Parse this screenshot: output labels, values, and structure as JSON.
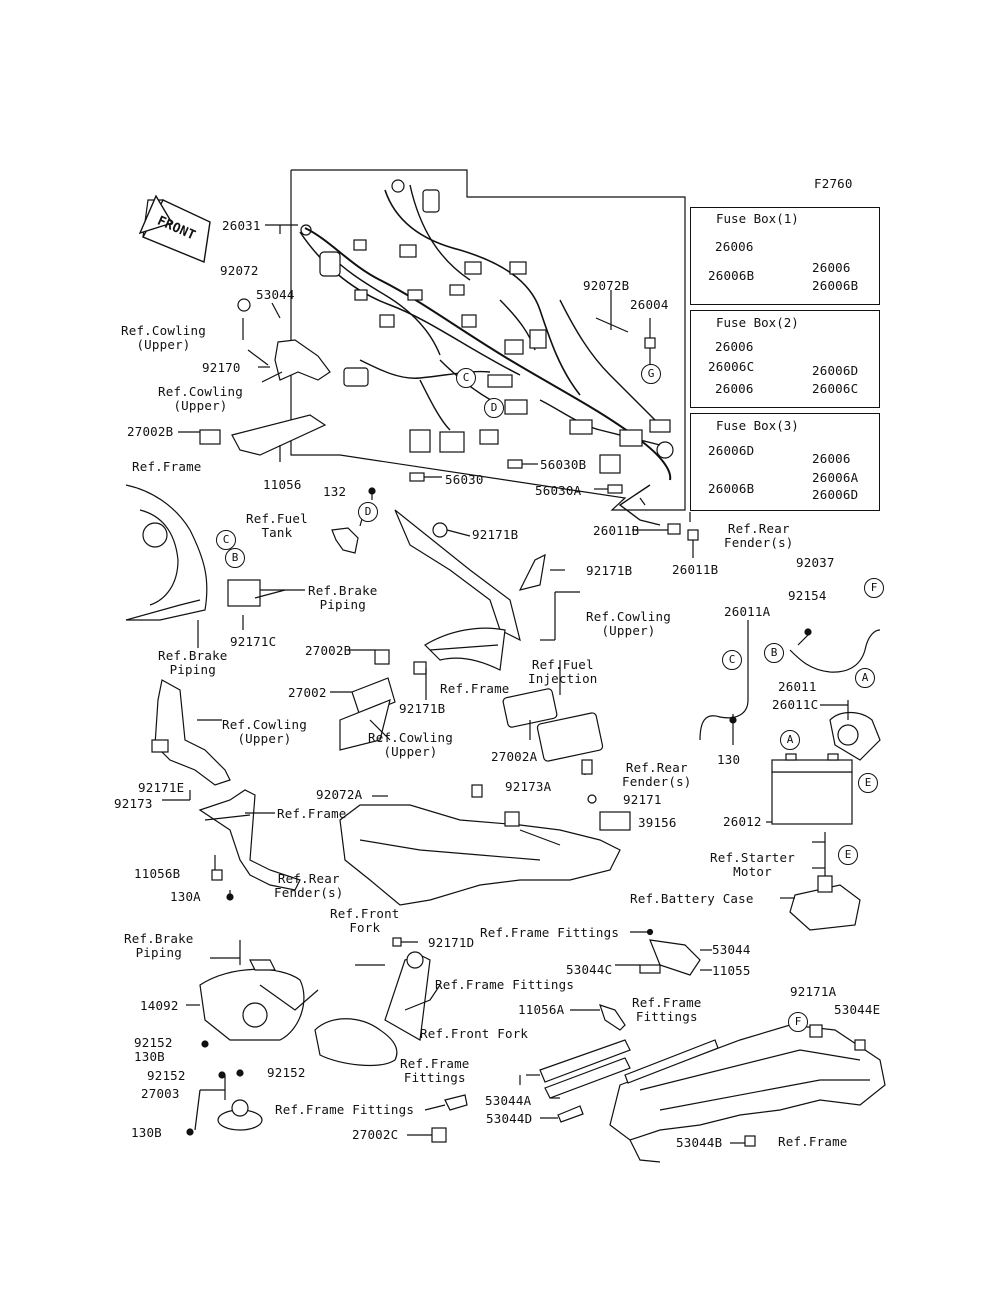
{
  "figure_code": "F2760",
  "front_label": "FRONT",
  "fuse_boxes": [
    {
      "title": "Fuse Box(1)",
      "parts": [
        "26006",
        "26006B",
        "26006",
        "26006B"
      ]
    },
    {
      "title": "Fuse Box(2)",
      "parts": [
        "26006",
        "26006C",
        "26006D",
        "26006",
        "26006C"
      ]
    },
    {
      "title": "Fuse Box(3)",
      "parts": [
        "26006D",
        "26006",
        "26006A",
        "26006B",
        "26006D"
      ]
    }
  ],
  "callouts": [
    "C",
    "D",
    "G",
    "C",
    "B",
    "D",
    "F",
    "C",
    "B",
    "A",
    "A",
    "E",
    "E",
    "F"
  ],
  "labels": {
    "p26031": "26031",
    "p92072": "92072",
    "p53044": "53044",
    "ref_cowling_upper_1": "Ref.Cowling\n(Upper)",
    "p92170": "92170",
    "ref_cowling_upper_2": "Ref.Cowling\n(Upper)",
    "p27002B_1": "27002B",
    "p11056": "11056",
    "ref_frame_1": "Ref.Frame",
    "p92072B": "92072B",
    "p26004": "26004",
    "p56030": "56030",
    "p56030B": "56030B",
    "p56030A": "56030A",
    "p26011B_1": "26011B",
    "p26011B_2": "26011B",
    "ref_rear_fender_1": "Ref.Rear\nFender(s)",
    "p92037": "92037",
    "p132": "132",
    "ref_fuel_tank": "Ref.Fuel\nTank",
    "p92171B_1": "92171B",
    "p92171B_2": "92171B",
    "ref_brake_piping_1": "Ref.Brake\nPiping",
    "ref_cowling_upper_3": "Ref.Cowling\n(Upper)",
    "p92171C": "92171C",
    "ref_brake_piping_2": "Ref.Brake\nPiping",
    "p26011A": "26011A",
    "p92154": "92154",
    "p27002B_2": "27002B",
    "ref_fuel_injection": "Ref.Fuel\nInjection",
    "p27002": "27002",
    "ref_frame_2": "Ref.Frame",
    "p92171B_3": "92171B",
    "p26011": "26011",
    "p26011C": "26011C",
    "ref_cowling_upper_4": "Ref.Cowling\n(Upper)",
    "ref_cowling_upper_5": "Ref.Cowling\n(Upper)",
    "p27002A": "27002A",
    "p130_1": "130",
    "p92171E": "92171E",
    "p92173": "92173",
    "ref_rear_fender_2": "Ref.Rear\nFender(s)",
    "p92072A": "92072A",
    "p92173A": "92173A",
    "p92171": "92171",
    "ref_frame_3": "Ref.Frame",
    "p39156": "39156",
    "p26012": "26012",
    "ref_starter_motor": "Ref.Starter\nMotor",
    "p11056B": "11056B",
    "ref_rear_fender_3": "Ref.Rear\nFender(s)",
    "p130A": "130A",
    "ref_battery_case": "Ref.Battery Case",
    "ref_front_fork_1": "Ref.Front\nFork",
    "p92171D": "92171D",
    "ref_frame_fittings_1": "Ref.Frame Fittings",
    "p53044_2": "53044",
    "ref_brake_piping_3": "Ref.Brake\nPiping",
    "p53044C": "53044C",
    "p11055": "11055",
    "ref_frame_fittings_2": "Ref.Frame Fittings",
    "p14092": "14092",
    "p11056A": "11056A",
    "ref_frame_fittings_3": "Ref.Frame\nFittings",
    "p92171A": "92171A",
    "p53044E": "53044E",
    "ref_front_fork_2": "Ref.Front Fork",
    "p92152_1": "92152",
    "p130B_1": "130B",
    "p92152_2": "92152",
    "p92152_3": "92152",
    "ref_frame_fittings_4": "Ref.Frame\nFittings",
    "p27003": "27003",
    "p53044A": "53044A",
    "p53044D": "53044D",
    "ref_frame_fittings_5": "Ref.Frame Fittings",
    "p27002C": "27002C",
    "p130B_2": "130B",
    "p53044B": "53044B",
    "ref_frame_4": "Ref.Frame"
  }
}
